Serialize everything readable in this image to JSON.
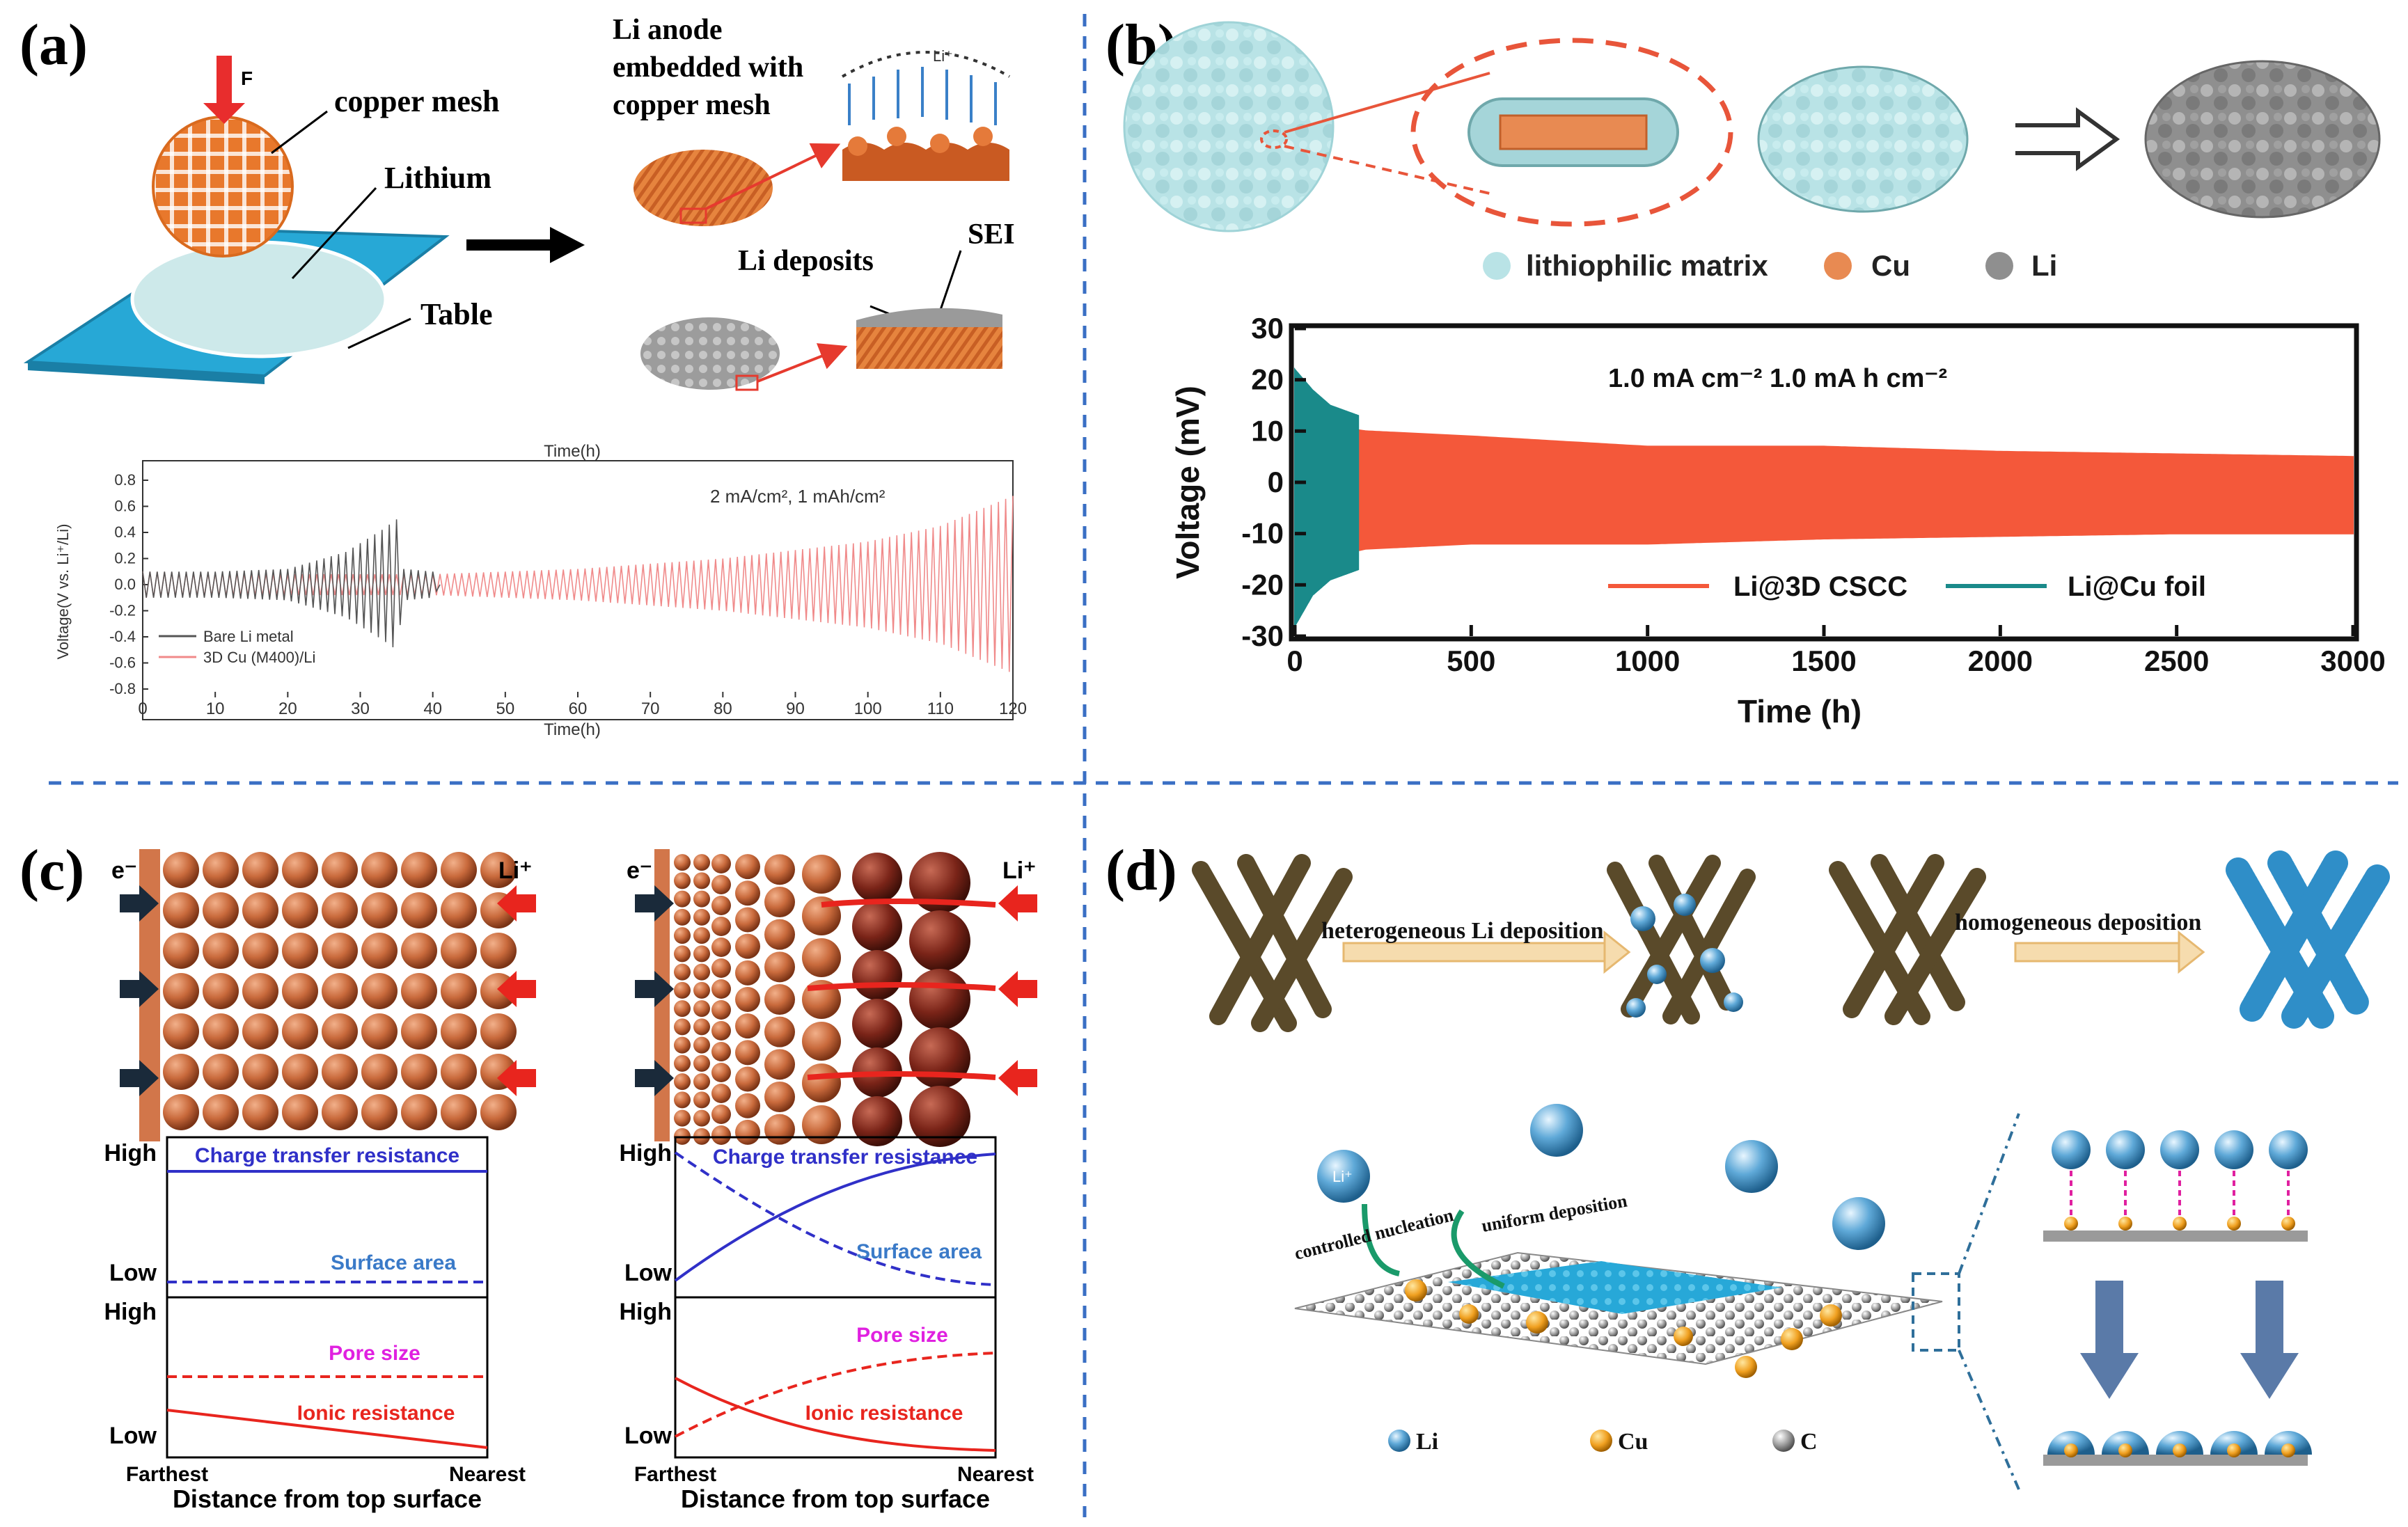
{
  "panels": {
    "a": {
      "label": "(a)",
      "force": "F",
      "copper_mesh": "copper mesh",
      "lithium": "Lithium",
      "table": "Table",
      "anode_line1": "Li anode",
      "anode_line2": "embedded with",
      "anode_line3": "copper mesh",
      "li_ion": "Li⁺",
      "li_deposits": "Li deposits",
      "sei": "SEI",
      "chart": {
        "top_axis_label": "Time(h)",
        "xlabel": "Time(h)",
        "ylabel": "Voltage(V vs. Li⁺/Li)",
        "condition_text": "2 mA/cm², 1 mAh/cm²",
        "legend": [
          "Bare Li metal",
          "3D Cu (M400)/Li"
        ]
      }
    },
    "b": {
      "label": "(b)",
      "legend_matrix": "lithiophilic matrix",
      "legend_cu": "Cu",
      "legend_li": "Li",
      "chart": {
        "condition_text": "1.0 mA cm⁻² 1.0 mA h cm⁻²",
        "xlabel": "Time (h)",
        "ylabel": "Voltage (mV)",
        "legend": [
          "Li@3D CSCC",
          "Li@Cu foil"
        ]
      }
    },
    "c": {
      "label": "(c)",
      "electron": "e⁻",
      "li_ion": "Li⁺",
      "left": {
        "high_top": "High",
        "low_top": "Low",
        "high_bot": "High",
        "low_bot": "Low",
        "charge_transfer": "Charge transfer resistance",
        "surface_area": "Surface area",
        "pore_size": "Pore size",
        "ionic_resistance": "Ionic resistance",
        "farthest": "Farthest",
        "nearest": "Nearest",
        "xlabel": "Distance from top surface"
      },
      "right": {
        "high_top": "High",
        "low_top": "Low",
        "high_bot": "High",
        "low_bot": "Low",
        "charge_transfer": "Charge transfer resistance",
        "surface_area": "Surface area",
        "pore_size": "Pore size",
        "ionic_resistance": "Ionic resistance",
        "farthest": "Farthest",
        "nearest": "Nearest",
        "xlabel": "Distance from top surface"
      }
    },
    "d": {
      "label": "(d)",
      "heterogeneous": "heterogeneous Li deposition",
      "homogeneous": "homogeneous deposition",
      "controlled_nucleation": "controlled nucleation",
      "uniform_deposition": "uniform deposition",
      "li_ion": "Li⁺",
      "legend_li": "Li",
      "legend_cu": "Cu",
      "legend_c": "C"
    }
  },
  "chart_data": [
    {
      "panel": "a",
      "type": "line",
      "xlabel": "Time(h)",
      "ylabel": "Voltage(V vs. Li⁺/Li)",
      "xlim": [
        0,
        120
      ],
      "ylim": [
        -0.8,
        0.8
      ],
      "x_ticks": [
        "0",
        "10",
        "20",
        "30",
        "40",
        "50",
        "60",
        "70",
        "80",
        "90",
        "100",
        "110",
        "120"
      ],
      "y_ticks": [
        "0.8",
        "0.6",
        "0.4",
        "0.2",
        "0.0",
        "-0.2",
        "-0.4",
        "-0.6",
        "-0.8"
      ],
      "series": [
        {
          "name": "Bare Li metal",
          "color": "#555555",
          "envelope": {
            "x": [
              0,
              10,
              20,
              28,
              33,
              35,
              36,
              40,
              41
            ],
            "amplitude": [
              0.1,
              0.1,
              0.12,
              0.25,
              0.42,
              0.5,
              0.12,
              0.1,
              0.0
            ]
          }
        },
        {
          "name": "3D Cu (M400)/Li",
          "color": "#f08a8a",
          "envelope": {
            "x": [
              0,
              20,
              40,
              60,
              80,
              100,
              110,
              120
            ],
            "amplitude": [
              0.1,
              0.08,
              0.08,
              0.12,
              0.2,
              0.33,
              0.45,
              0.68
            ]
          }
        }
      ],
      "annotation": "2 mA/cm², 1 mAh/cm²"
    },
    {
      "panel": "b",
      "type": "line",
      "xlabel": "Time (h)",
      "ylabel": "Voltage (mV)",
      "xlim": [
        0,
        3000
      ],
      "ylim": [
        -30,
        30
      ],
      "x_ticks": [
        "0",
        "500",
        "1000",
        "1500",
        "2000",
        "2500",
        "3000"
      ],
      "y_ticks": [
        "30",
        "20",
        "10",
        "0",
        "-10",
        "-20",
        "-30"
      ],
      "series": [
        {
          "name": "Li@3D CSCC",
          "color": "#f4583a",
          "envelope": {
            "x": [
              0,
              200,
              500,
              1000,
              1500,
              2000,
              2500,
              3000
            ],
            "upper": [
              12,
              10,
              9,
              7,
              7,
              6,
              5.5,
              5
            ],
            "lower": [
              -16,
              -13,
              -12,
              -12,
              -11,
              -10.5,
              -10,
              -10
            ]
          }
        },
        {
          "name": "Li@Cu foil",
          "color": "#1a8a8a",
          "envelope": {
            "x": [
              0,
              50,
              100,
              180
            ],
            "upper": [
              22,
              18,
              15,
              13
            ],
            "lower": [
              -28,
              -22,
              -19,
              -17
            ]
          }
        }
      ],
      "annotation": "1.0 mA cm⁻² 1.0 mA h cm⁻²"
    }
  ]
}
